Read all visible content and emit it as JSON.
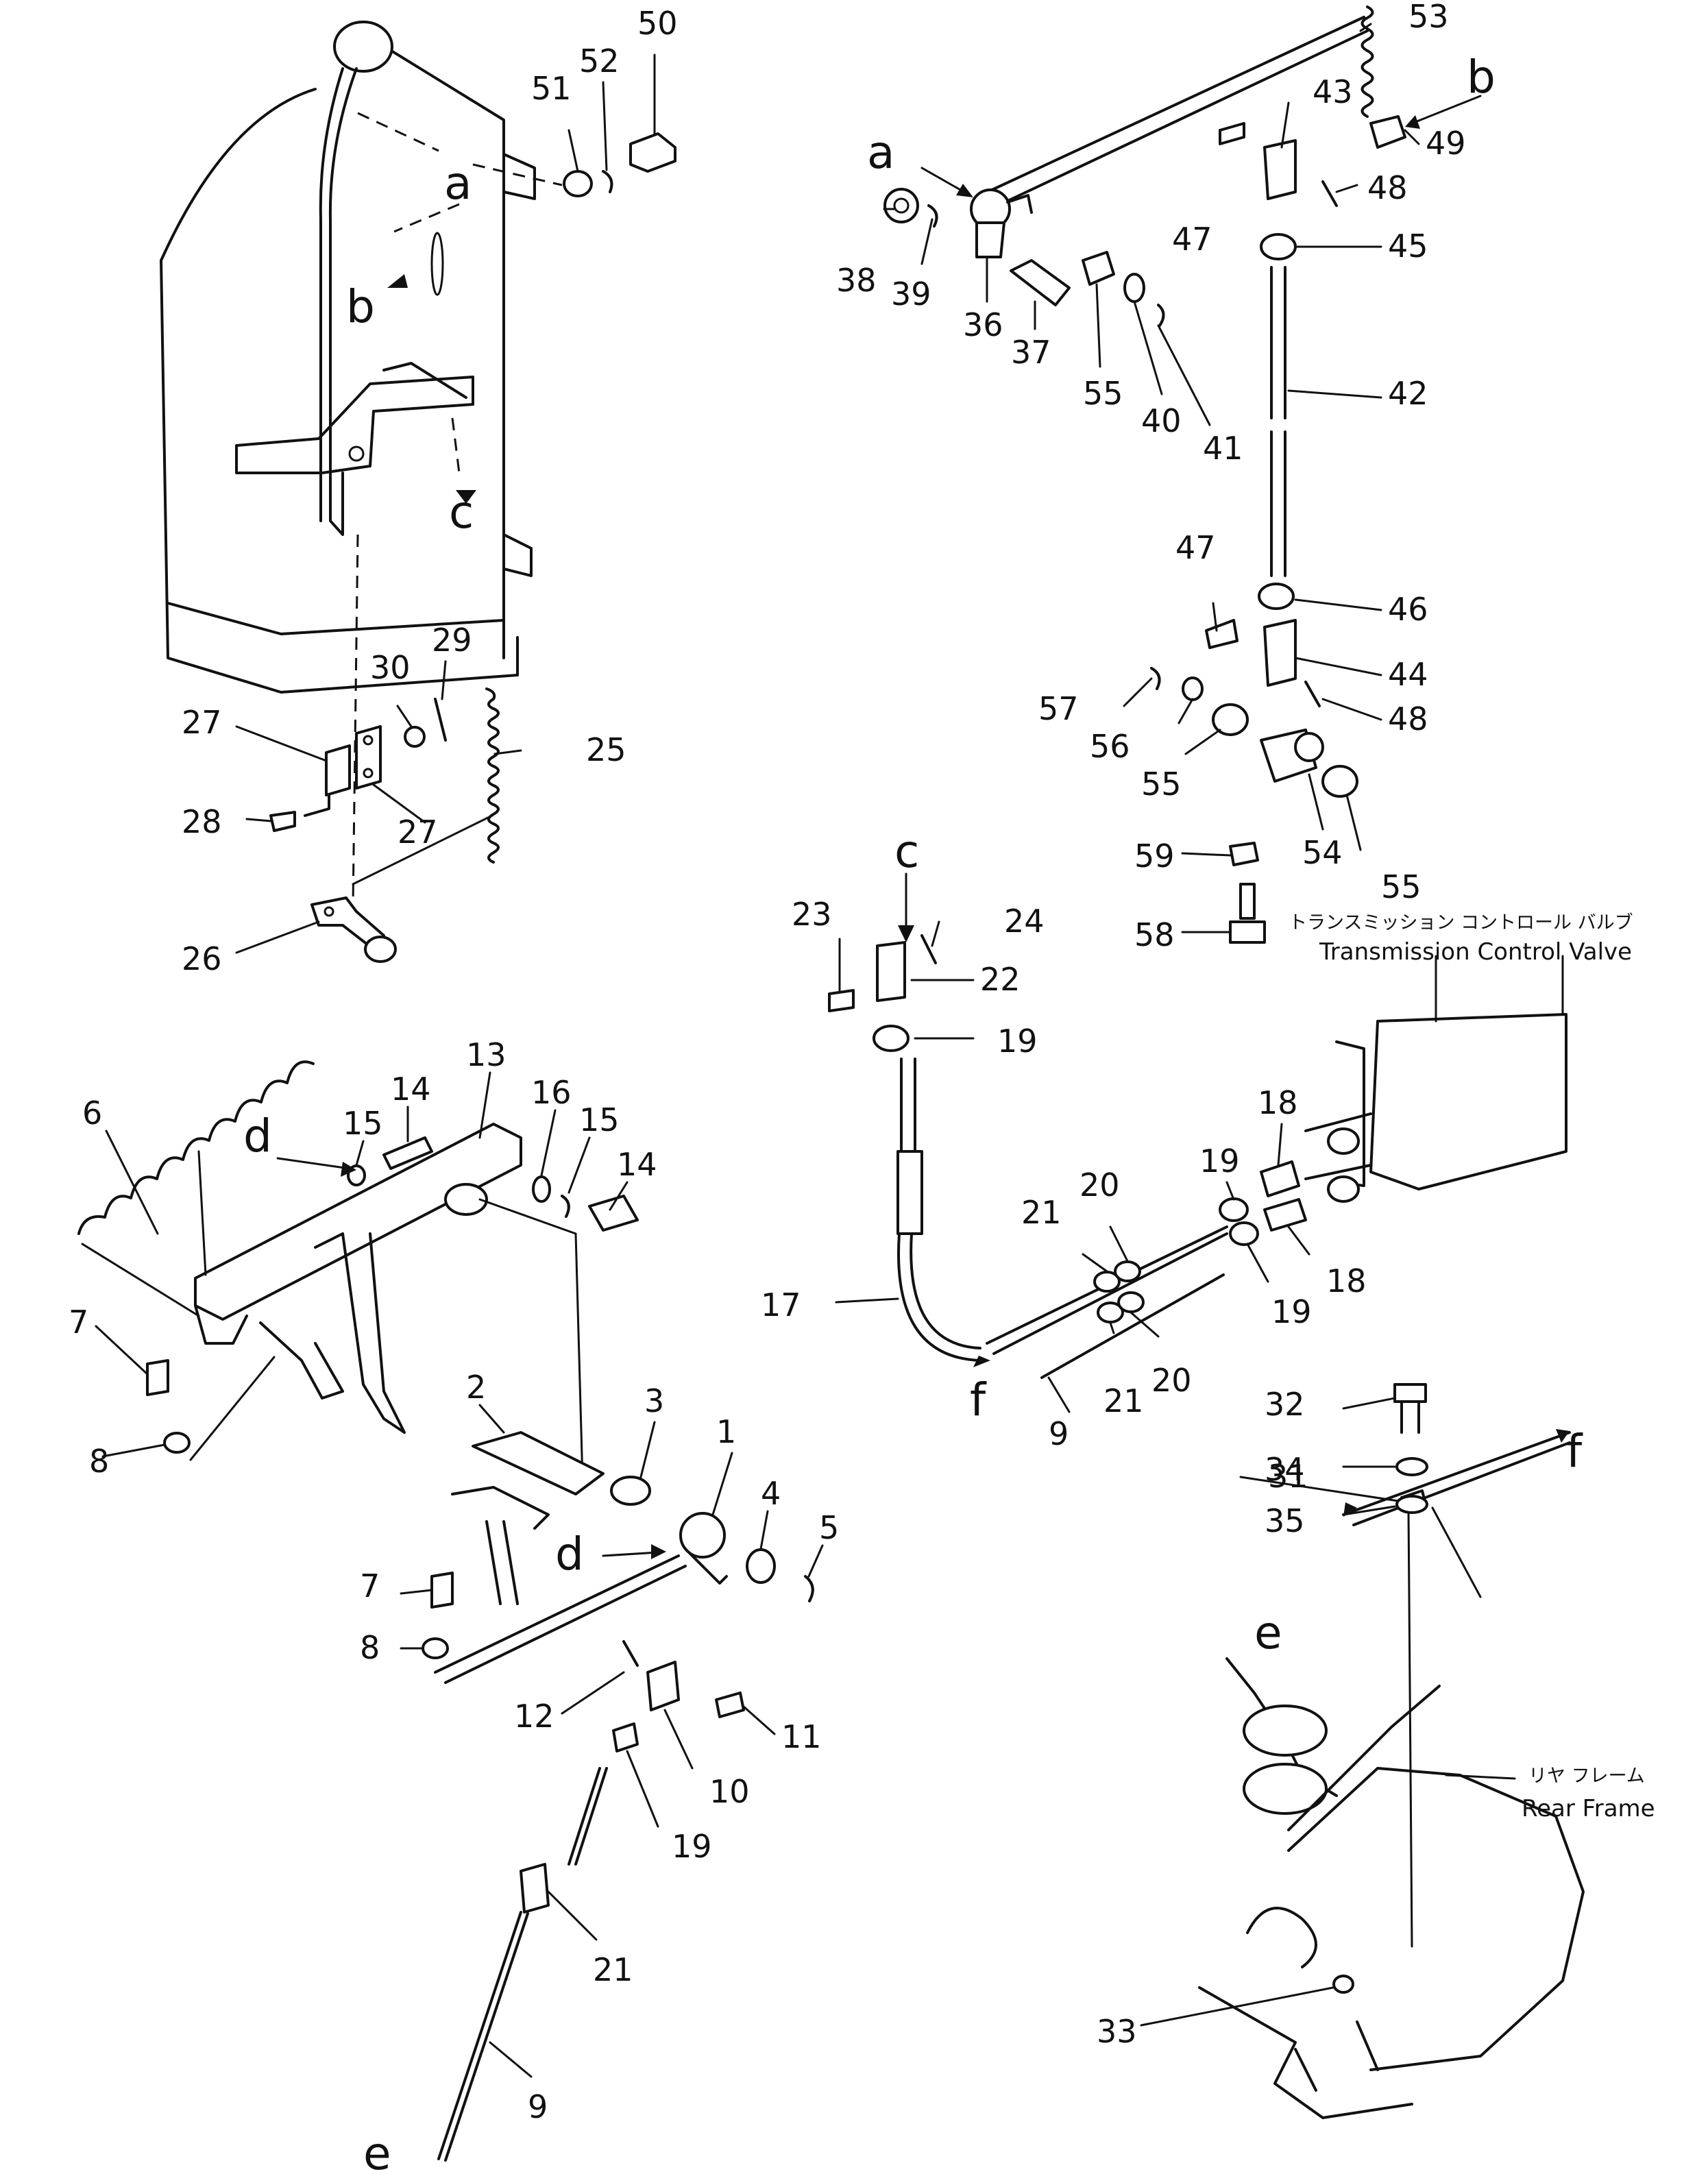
{
  "diagram": {
    "part_numbers": [
      "1",
      "2",
      "3",
      "4",
      "5",
      "6",
      "7",
      "8",
      "9",
      "10",
      "11",
      "12",
      "13",
      "14",
      "15",
      "16",
      "17",
      "18",
      "19",
      "20",
      "21",
      "22",
      "23",
      "24",
      "25",
      "26",
      "27",
      "28",
      "29",
      "30",
      "31",
      "32",
      "33",
      "34",
      "35",
      "36",
      "37",
      "38",
      "39",
      "40",
      "41",
      "42",
      "43",
      "44",
      "45",
      "46",
      "47",
      "48",
      "49",
      "50",
      "51",
      "52",
      "53",
      "54",
      "55",
      "56",
      "57",
      "58",
      "59"
    ],
    "reference_letters": [
      "a",
      "b",
      "c",
      "d",
      "e",
      "f"
    ],
    "annotations": {
      "transmission_control_valve_jp": "トランスミッション コントロール バルブ",
      "transmission_control_valve": "Transmission Control Valve",
      "rear_frame_jp": "リヤ フレーム",
      "rear_frame": "Rear Frame"
    }
  }
}
